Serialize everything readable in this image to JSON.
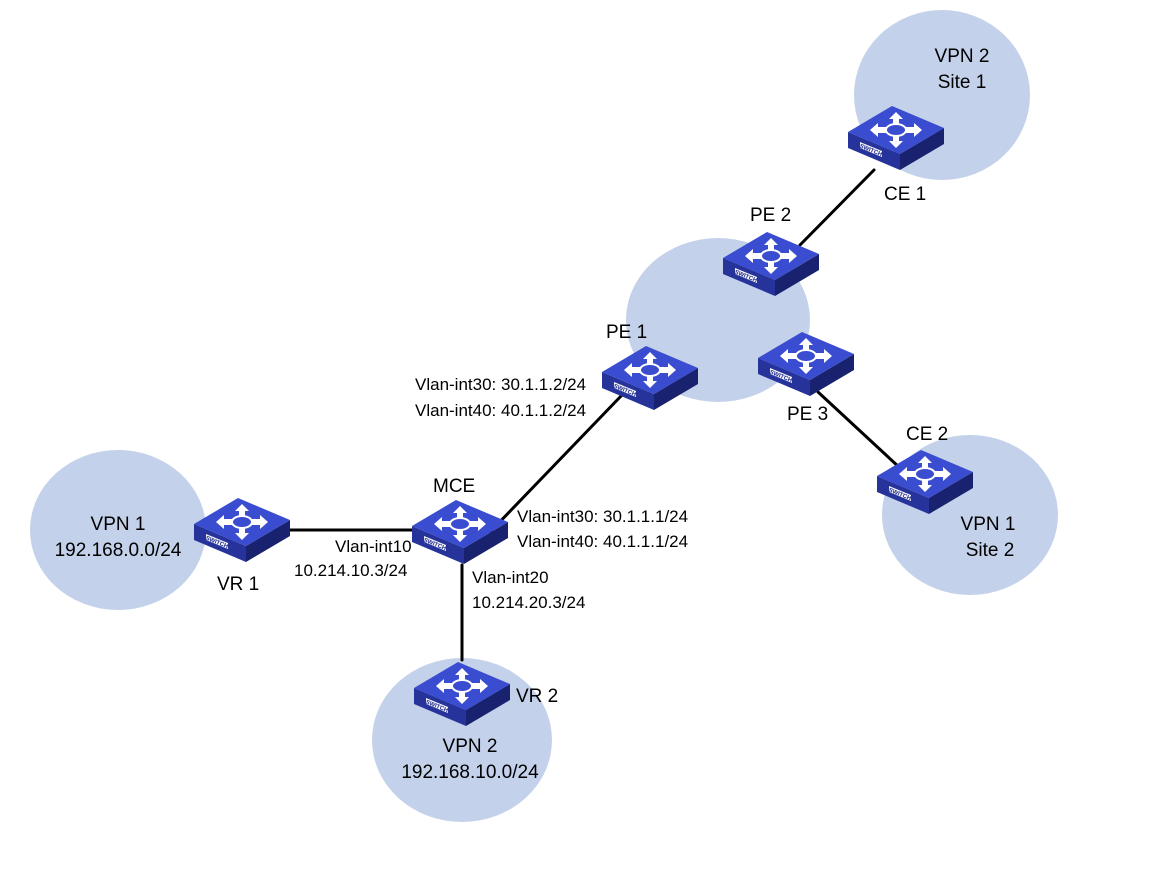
{
  "devices": {
    "mce": {
      "name": "MCE"
    },
    "pe1": {
      "name": "PE 1"
    },
    "pe2": {
      "name": "PE 2"
    },
    "pe3": {
      "name": "PE 3"
    },
    "ce1": {
      "name": "CE 1"
    },
    "ce2": {
      "name": "CE 2"
    },
    "vr1": {
      "name": "VR 1"
    },
    "vr2": {
      "name": "VR 2"
    }
  },
  "switch_badge": "SWITCH",
  "sites": {
    "vpn1_local": {
      "line1": "VPN 1",
      "line2": "192.168.0.0/24"
    },
    "vpn2_local": {
      "line1": "VPN 2",
      "line2": "192.168.10.0/24"
    },
    "vpn2_site1": {
      "line1": "VPN 2",
      "line2": "Site 1"
    },
    "vpn1_site2": {
      "line1": "VPN 1",
      "line2": "Site 2"
    }
  },
  "interfaces": {
    "pe1_vlan30": "Vlan-int30: 30.1.1.2/24",
    "pe1_vlan40": "Vlan-int40: 40.1.1.2/24",
    "mce_vlan30": "Vlan-int30: 30.1.1.1/24",
    "mce_vlan40": "Vlan-int40: 40.1.1.1/24",
    "mce_vlan10_name": "Vlan-int10",
    "mce_vlan10_ip": "10.214.10.3/24",
    "mce_vlan20_name": "Vlan-int20",
    "mce_vlan20_ip": "10.214.20.3/24"
  },
  "colors": {
    "cloud": "#c3d1ea",
    "switch_top": "#3a4ccf",
    "switch_side": "#1e2a8c",
    "link": "#000000"
  }
}
